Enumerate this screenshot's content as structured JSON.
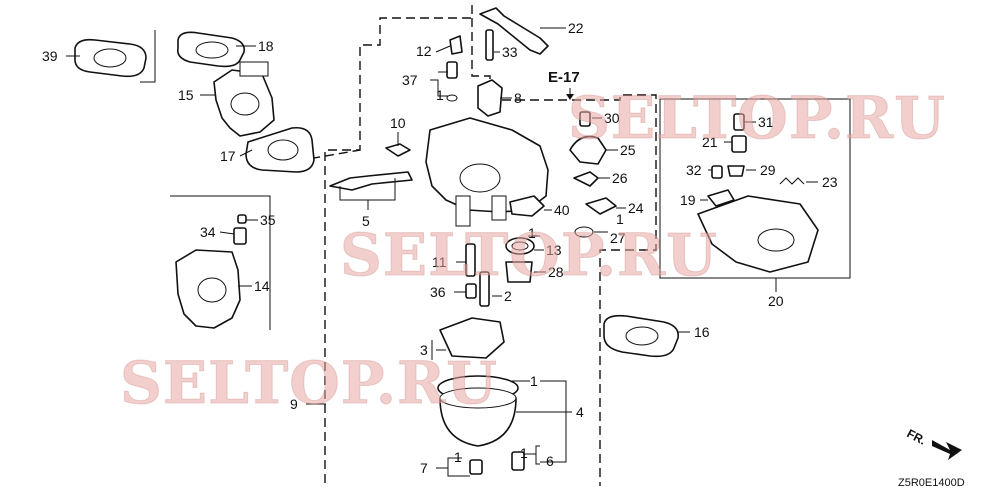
{
  "diagram": {
    "reference_label": "E-17",
    "diagram_code": "Z5R0E1400D",
    "direction_label": "FR.",
    "watermarks": [
      "SELTOP.RU",
      "SELTOP.RU",
      "SELTOP.RU"
    ],
    "parts": [
      {
        "id": "p39",
        "number": "39"
      },
      {
        "id": "p18",
        "number": "18"
      },
      {
        "id": "p15",
        "number": "15"
      },
      {
        "id": "p17",
        "number": "17"
      },
      {
        "id": "p34",
        "number": "34"
      },
      {
        "id": "p35",
        "number": "35"
      },
      {
        "id": "p14",
        "number": "14"
      },
      {
        "id": "p12",
        "number": "12"
      },
      {
        "id": "p33",
        "number": "33"
      },
      {
        "id": "p22",
        "number": "22"
      },
      {
        "id": "p37",
        "number": "37"
      },
      {
        "id": "p1a",
        "number": "1"
      },
      {
        "id": "p8",
        "number": "8"
      },
      {
        "id": "p10",
        "number": "10"
      },
      {
        "id": "p5",
        "number": "5"
      },
      {
        "id": "p30",
        "number": "30"
      },
      {
        "id": "p25",
        "number": "25"
      },
      {
        "id": "p26",
        "number": "26"
      },
      {
        "id": "p40",
        "number": "40"
      },
      {
        "id": "p24",
        "number": "24"
      },
      {
        "id": "p1b",
        "number": "1"
      },
      {
        "id": "p27",
        "number": "27"
      },
      {
        "id": "p1c",
        "number": "1"
      },
      {
        "id": "p13",
        "number": "13"
      },
      {
        "id": "p28",
        "number": "28"
      },
      {
        "id": "p11",
        "number": "11"
      },
      {
        "id": "p36",
        "number": "36"
      },
      {
        "id": "p2",
        "number": "2"
      },
      {
        "id": "p31",
        "number": "31"
      },
      {
        "id": "p21",
        "number": "21"
      },
      {
        "id": "p32",
        "number": "32"
      },
      {
        "id": "p29",
        "number": "29"
      },
      {
        "id": "p23",
        "number": "23"
      },
      {
        "id": "p19",
        "number": "19"
      },
      {
        "id": "p20",
        "number": "20"
      },
      {
        "id": "p16",
        "number": "16"
      },
      {
        "id": "p3",
        "number": "3"
      },
      {
        "id": "p9",
        "number": "9"
      },
      {
        "id": "p1d",
        "number": "1"
      },
      {
        "id": "p4",
        "number": "4"
      },
      {
        "id": "p7",
        "number": "7"
      },
      {
        "id": "p1e",
        "number": "1"
      },
      {
        "id": "p1f",
        "number": "1"
      },
      {
        "id": "p6",
        "number": "6"
      }
    ]
  }
}
